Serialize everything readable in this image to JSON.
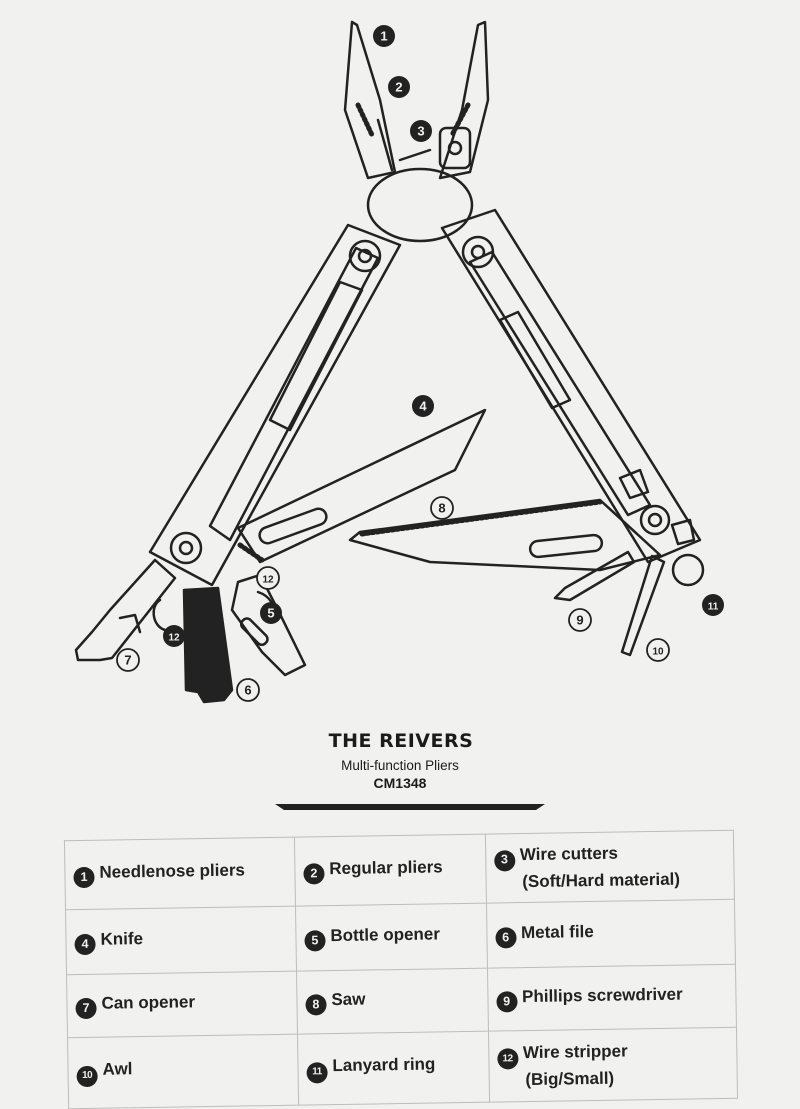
{
  "callouts": [
    "1",
    "2",
    "3",
    "4",
    "5",
    "6",
    "7",
    "8",
    "9",
    "10",
    "11",
    "12",
    "12"
  ],
  "title": {
    "brand": "THE REIVERS",
    "subtitle": "Multi-function Pliers",
    "model": "CM1348"
  },
  "legend": [
    [
      {
        "num": "1",
        "label": "Needlenose pliers",
        "sub": ""
      },
      {
        "num": "2",
        "label": "Regular pliers",
        "sub": ""
      },
      {
        "num": "3",
        "label": "Wire cutters",
        "sub": "(Soft/Hard material)"
      }
    ],
    [
      {
        "num": "4",
        "label": "Knife",
        "sub": ""
      },
      {
        "num": "5",
        "label": "Bottle opener",
        "sub": ""
      },
      {
        "num": "6",
        "label": "Metal file",
        "sub": ""
      }
    ],
    [
      {
        "num": "7",
        "label": "Can opener",
        "sub": ""
      },
      {
        "num": "8",
        "label": "Saw",
        "sub": ""
      },
      {
        "num": "9",
        "label": "Phillips screwdriver",
        "sub": ""
      }
    ],
    [
      {
        "num": "10",
        "label": "Awl",
        "sub": ""
      },
      {
        "num": "11",
        "label": "Lanyard ring",
        "sub": ""
      },
      {
        "num": "12",
        "label": "Wire stripper",
        "sub": "(Big/Small)"
      }
    ]
  ]
}
